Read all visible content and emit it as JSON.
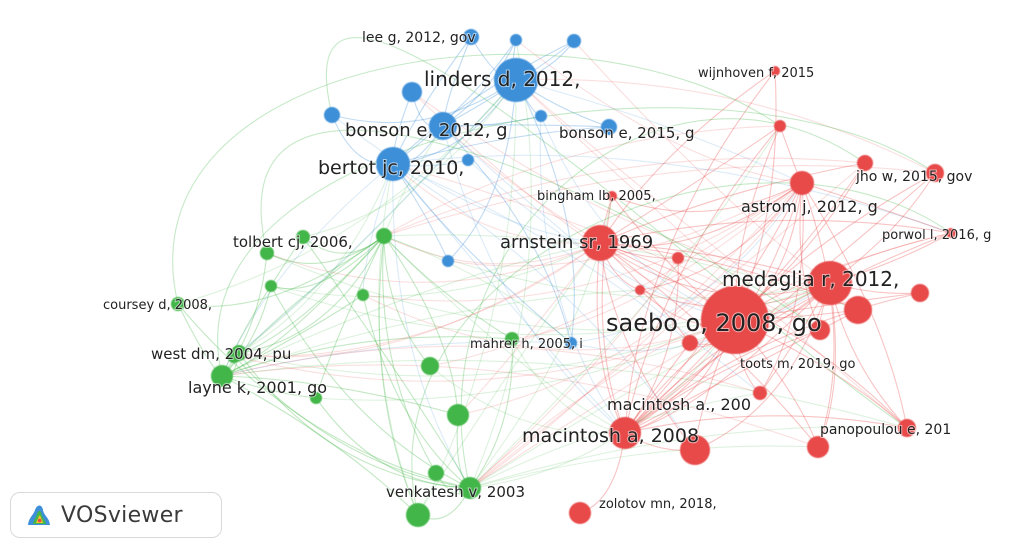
{
  "colors": {
    "red": "#e84848",
    "blue": "#3d8fd8",
    "green": "#43b649"
  },
  "brand": {
    "name": "VOSviewer",
    "icon": "vosviewer-logo-icon"
  },
  "nodes": [
    {
      "id": "saebo",
      "label": "saebo o, 2008, go",
      "cluster": "red",
      "weight": 10
    },
    {
      "id": "medaglia",
      "label": "medaglia r, 2012,",
      "cluster": "red",
      "weight": 8
    },
    {
      "id": "arnstein",
      "label": "arnstein sr, 1969",
      "cluster": "red",
      "weight": 7
    },
    {
      "id": "macintosh2008",
      "label": "macintosh a, 2008",
      "cluster": "red",
      "weight": 7
    },
    {
      "id": "macintosh200",
      "label": "macintosh a., 200",
      "cluster": "red",
      "weight": 6
    },
    {
      "id": "astrom",
      "label": "astrom j, 2012, g",
      "cluster": "red",
      "weight": 5
    },
    {
      "id": "jho",
      "label": "jho w, 2015, gov",
      "cluster": "red",
      "weight": 3
    },
    {
      "id": "wijnhoven",
      "label": "wijnhoven f, 2015",
      "cluster": "red",
      "weight": 2
    },
    {
      "id": "bingham",
      "label": "bingham lb, 2005,",
      "cluster": "red",
      "weight": 2
    },
    {
      "id": "porwol",
      "label": "porwol l, 2016, g",
      "cluster": "red",
      "weight": 2
    },
    {
      "id": "toots",
      "label": "toots m, 2019, go",
      "cluster": "red",
      "weight": 3
    },
    {
      "id": "panopoulou",
      "label": "panopoulou e, 201",
      "cluster": "red",
      "weight": 3
    },
    {
      "id": "zolotov",
      "label": "zolotov mn, 2018,",
      "cluster": "red",
      "weight": 2
    },
    {
      "id": "linders",
      "label": "linders d, 2012,",
      "cluster": "blue",
      "weight": 8
    },
    {
      "id": "bonson2012",
      "label": "bonson e, 2012, g",
      "cluster": "blue",
      "weight": 6
    },
    {
      "id": "bonson2015",
      "label": "bonson e, 2015, g",
      "cluster": "blue",
      "weight": 3
    },
    {
      "id": "bertot",
      "label": "bertot jc, 2010,",
      "cluster": "blue",
      "weight": 7
    },
    {
      "id": "lee",
      "label": "lee g, 2012, gov",
      "cluster": "blue",
      "weight": 3
    },
    {
      "id": "mahrer",
      "label": "mahrer h, 2005, i",
      "cluster": "blue",
      "weight": 2
    },
    {
      "id": "tolbert",
      "label": "tolbert cj, 2006,",
      "cluster": "green",
      "weight": 4
    },
    {
      "id": "coursey",
      "label": "coursey d, 2008,",
      "cluster": "green",
      "weight": 3
    },
    {
      "id": "west",
      "label": "west dm, 2004, pu",
      "cluster": "green",
      "weight": 3
    },
    {
      "id": "layne",
      "label": "layne k, 2001, go",
      "cluster": "green",
      "weight": 4
    },
    {
      "id": "venkatesh",
      "label": "venkatesh v, 2003",
      "cluster": "green",
      "weight": 4
    }
  ]
}
